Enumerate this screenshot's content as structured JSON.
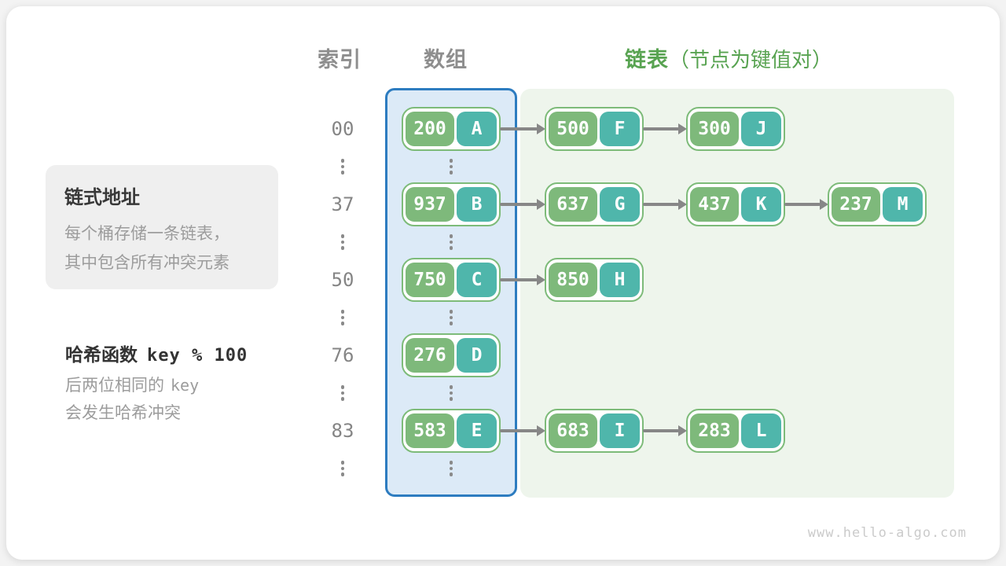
{
  "diagram": {
    "headers": {
      "index": "索引",
      "array": "数组",
      "list": "链表",
      "list_note": "（节点为键值对）"
    },
    "info_box": {
      "title": "链式地址",
      "line1": "每个桶存储一条链表，",
      "line2": "其中包含所有冲突元素"
    },
    "hash_note": {
      "label": "哈希函数",
      "formula": "key % 100",
      "line1_text": "后两位相同的",
      "line1_code": "key",
      "line2": "会发生哈希冲突"
    },
    "rows": [
      {
        "index": "00",
        "nodes": [
          {
            "key": "200",
            "value": "A"
          },
          {
            "key": "500",
            "value": "F"
          },
          {
            "key": "300",
            "value": "J"
          }
        ]
      },
      {
        "index": "37",
        "nodes": [
          {
            "key": "937",
            "value": "B"
          },
          {
            "key": "637",
            "value": "G"
          },
          {
            "key": "437",
            "value": "K"
          },
          {
            "key": "237",
            "value": "M"
          }
        ]
      },
      {
        "index": "50",
        "nodes": [
          {
            "key": "750",
            "value": "C"
          },
          {
            "key": "850",
            "value": "H"
          }
        ]
      },
      {
        "index": "76",
        "nodes": [
          {
            "key": "276",
            "value": "D"
          }
        ]
      },
      {
        "index": "83",
        "nodes": [
          {
            "key": "583",
            "value": "E"
          },
          {
            "key": "683",
            "value": "I"
          },
          {
            "key": "283",
            "value": "L"
          }
        ]
      }
    ],
    "watermark": "www.hello-algo.com"
  },
  "colors": {
    "node-green": "#7eb97b",
    "node-teal": "#4fb6ab",
    "node-border": "#7dbb79",
    "array-fill": "#dceaf7",
    "array-border": "#2d7cc0",
    "list-fill": "#eef5ec",
    "accent-green": "#58a351",
    "arrow-gray": "#878787",
    "watermark-gray": "#cbcbcb"
  }
}
